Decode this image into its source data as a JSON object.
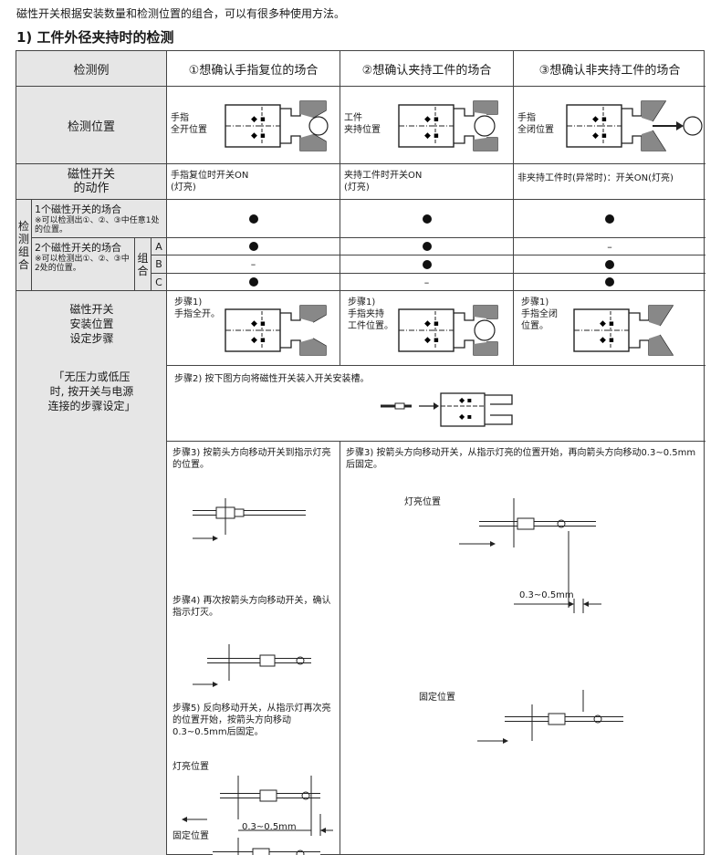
{
  "intro": "磁性开关根据安装数量和检测位置的组合，可以有很多种使用方法。",
  "section_title": "1) 工件外径夹持时的检测",
  "header": {
    "col0": "检测例",
    "col1": "①想确认手指复位的场合",
    "col2": "②想确认夹持工件的场合",
    "col3": "③想确认非夹持工件的场合"
  },
  "detect_position": {
    "label": "检测位置",
    "c1": "手指\n全开位置",
    "c2": "工件\n夹持位置",
    "c3": "手指\n全闭位置"
  },
  "action": {
    "label": "磁性开关\n的动作",
    "c1": "手指复位时开关ON\n(灯亮)",
    "c2": "夹持工件时开关ON\n(灯亮)",
    "c3": "非夹持工件时(异常时)：开关ON(灯亮)"
  },
  "combo": {
    "side_label": "检\n测\n组\n合",
    "one_title": "1个磁性开关的场合",
    "one_note": "※可以检测出①、②、③中任意1处的位置。",
    "two_title": "2个磁性开关的场合",
    "two_note": "※可以检测出①、②、③中2处的位置。",
    "group_label": "组\n合",
    "rows": [
      "A",
      "B",
      "C"
    ],
    "one_marks": [
      "●",
      "●",
      "●"
    ],
    "two_marks": [
      [
        "●",
        "●",
        "–"
      ],
      [
        "–",
        "●",
        "●"
      ],
      [
        "●",
        "–",
        "●"
      ]
    ]
  },
  "setup": {
    "label": "磁性开关\n安装位置\n设定步骤",
    "note": "「无压力或低压\n时, 按开关与电源\n连接的步骤设定」",
    "step1_c1": "步骤1)\n手指全开。",
    "step1_c2": "步骤1)\n手指夹持\n工件位置。",
    "step1_c3": "步骤1)\n手指全闭\n位置。",
    "step2": "步骤2) 按下图方向将磁性开关装入开关安装槽。",
    "step3_left": "步骤3) 按箭头方向移动开关到指示灯亮的位置。",
    "step4_left": "步骤4) 再次按箭头方向移动开关，确认指示灯灭。",
    "step5_left": "步骤5) 反向移动开关，从指示灯再次亮的位置开始，按箭头方向移动0.3~0.5mm后固定。",
    "step3_right": "步骤3) 按箭头方向移动开关，从指示灯亮的位置开始，再向箭头方向移动0.3~0.5mm后固定。",
    "light_on": "灯亮位置",
    "fix_pos": "固定位置",
    "dim": "0.3~0.5mm"
  }
}
